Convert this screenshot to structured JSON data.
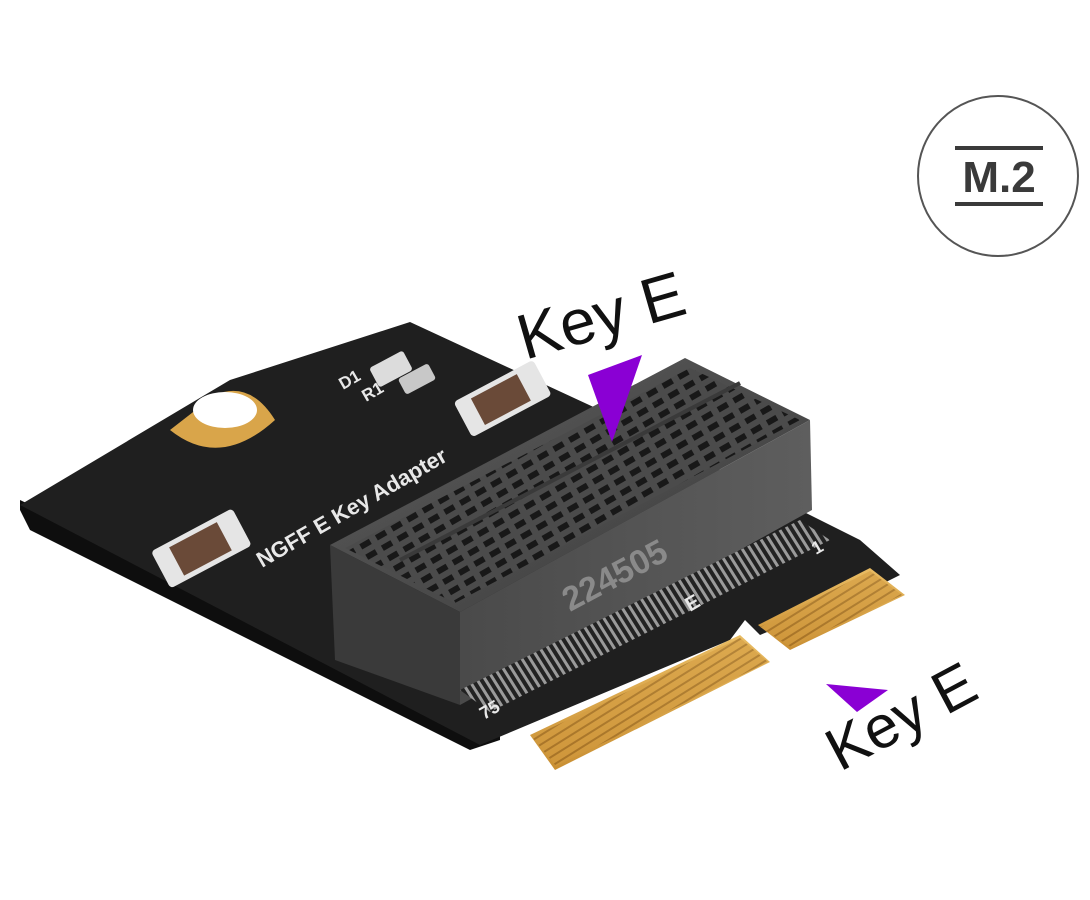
{
  "badge": {
    "label": "M.2",
    "color": "#3a3a3a"
  },
  "labels": {
    "top_key": "Key E",
    "bottom_key": "Key E",
    "arrow_color": "#8a00d4"
  },
  "board": {
    "silkscreen_title": "NGFF E Key Adapter",
    "part_number": "224505",
    "component_d1": "D1",
    "component_r1": "R1",
    "pin_first": "1",
    "pin_last": "75",
    "key_letter": "E",
    "pcb_color": "#1c1c1c",
    "gold_color": "#d9a54a"
  }
}
